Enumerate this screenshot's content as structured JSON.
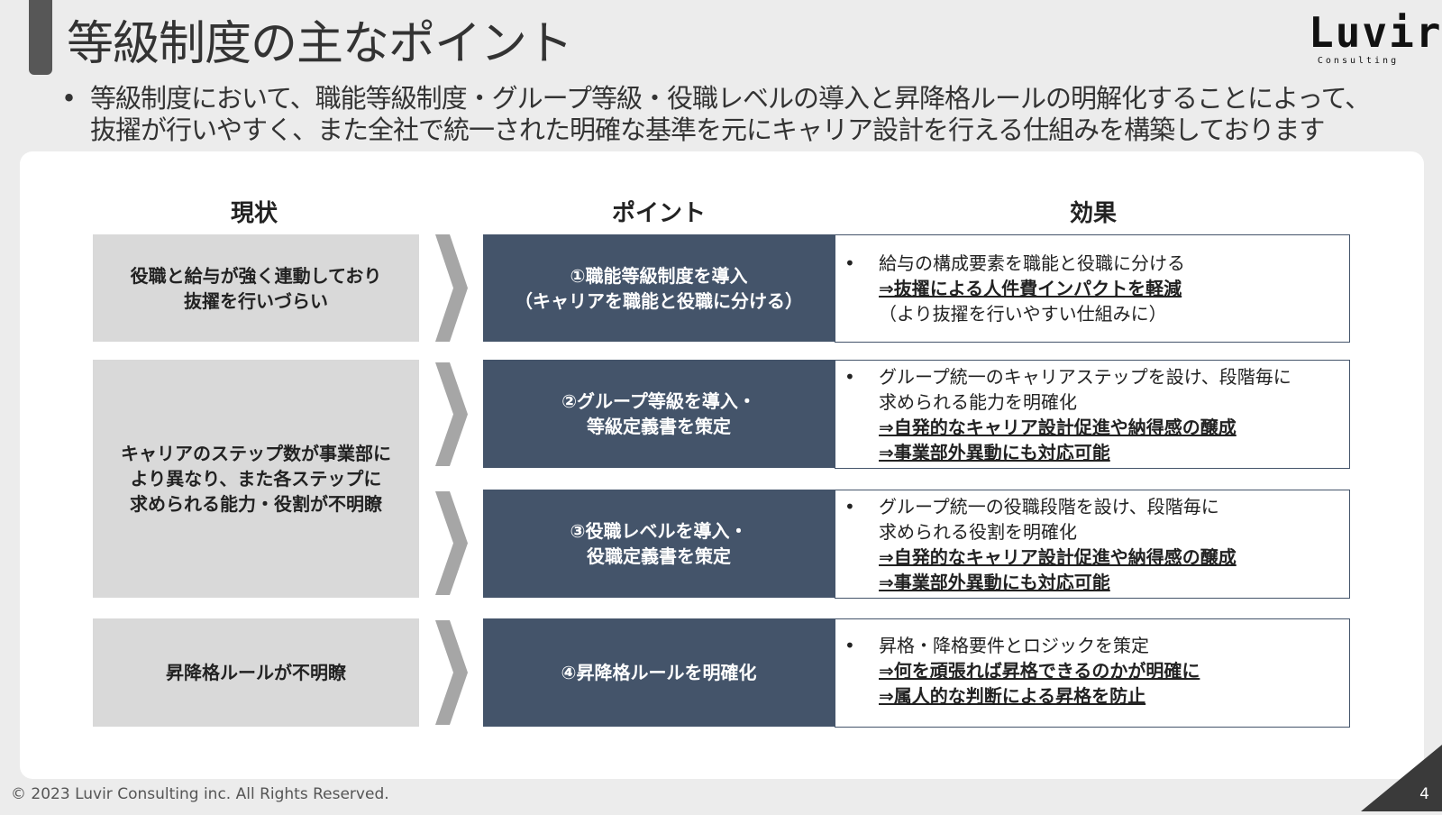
{
  "slide": {
    "title": "等級制度の主なポイント",
    "logo": {
      "word": "Luvir",
      "sub": "Consulting"
    },
    "lead_bullet": "•",
    "lead_text": "等級制度において、職能等級制度・グループ等級・役職レベルの導入と昇降格ルールの明解化することによって、\n抜擢が行いやすく、また全社で統一された明確な基準を元にキャリア設計を行える仕組みを構築しております",
    "footer": "© 2023 Luvir Consulting inc. All Rights Reserved.",
    "page_number": "4"
  },
  "table": {
    "headers": {
      "current": "現状",
      "point": "ポイント",
      "effect": "効果"
    },
    "current": [
      "役職と給与が強く連動しており\n抜擢を行いづらい",
      "キャリアのステップ数が事業部に\nより異なり、また各ステップに\n求められる能力・役割が不明瞭",
      "昇降格ルールが不明瞭"
    ],
    "points": [
      "①職能等級制度を導入\n（キャリアを職能と役職に分ける）",
      "②グループ等級を導入・\n等級定義書を策定",
      "③役職レベルを導入・\n役職定義書を策定",
      "④昇降格ルールを明確化"
    ],
    "effects": [
      {
        "bullet": "•",
        "lines": [
          {
            "text": "給与の構成要素を職能と役職に分ける",
            "emphasis": false
          },
          {
            "text": "⇒抜擢による人件費インパクトを軽減",
            "emphasis": true
          },
          {
            "text": "（より抜擢を行いやすい仕組みに）",
            "emphasis": false
          }
        ]
      },
      {
        "bullet": "•",
        "lines": [
          {
            "text": "グループ統一のキャリアステップを設け、段階毎に",
            "emphasis": false
          },
          {
            "text": "求められる能力を明確化",
            "emphasis": false
          },
          {
            "text": "⇒自発的なキャリア設計促進や納得感の醸成",
            "emphasis": true
          },
          {
            "text": "⇒事業部外異動にも対応可能",
            "emphasis": true
          }
        ]
      },
      {
        "bullet": "•",
        "lines": [
          {
            "text": "グループ統一の役職段階を設け、段階毎に",
            "emphasis": false
          },
          {
            "text": "求められる役割を明確化",
            "emphasis": false
          },
          {
            "text": "⇒自発的なキャリア設計促進や納得感の醸成",
            "emphasis": true
          },
          {
            "text": "⇒事業部外異動にも対応可能",
            "emphasis": true
          }
        ]
      },
      {
        "bullet": "•",
        "lines": [
          {
            "text": "昇格・降格要件とロジックを策定",
            "emphasis": false
          },
          {
            "text": "⇒何を頑張れば昇格できるのかが明確に",
            "emphasis": true
          },
          {
            "text": "⇒属人的な判断による昇格を防止",
            "emphasis": true
          }
        ]
      }
    ]
  },
  "colors": {
    "point_fill": "#44546a",
    "current_fill": "#d9d9d9",
    "arrow_fill": "#a6a6a6",
    "title_bar": "#575757"
  },
  "icons": {
    "arrow": "chevron-right-arrow",
    "corner": "page-corner-triangle"
  }
}
